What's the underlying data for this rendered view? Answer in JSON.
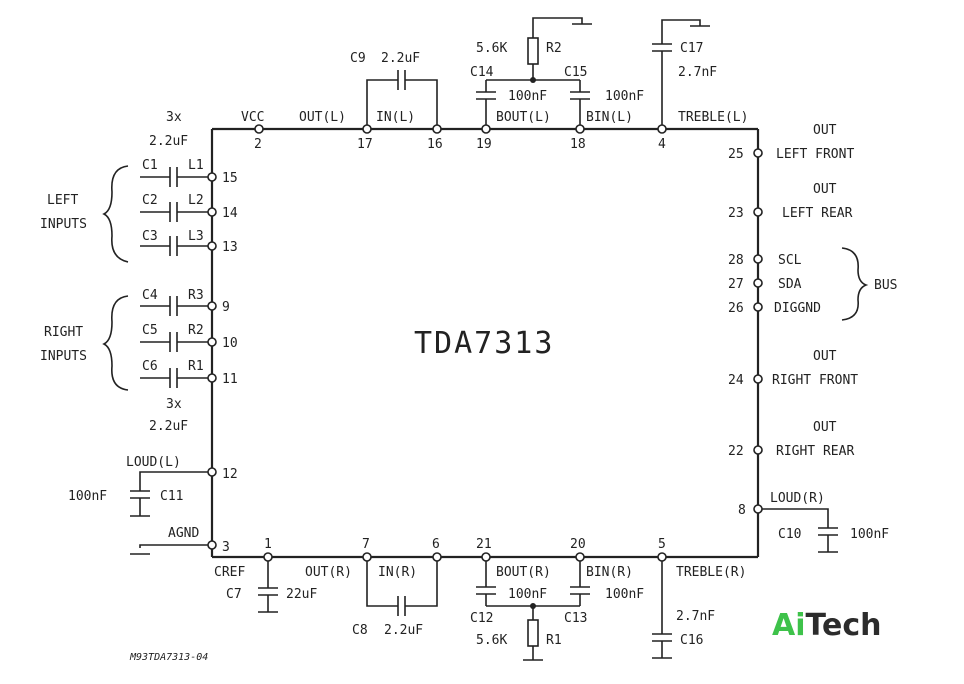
{
  "chip": {
    "name": "TDA7313"
  },
  "figure_code": "M93TDA7313-04",
  "brand": {
    "part1": "Ai",
    "part2": "Tech"
  },
  "labels": {
    "vcc": "VCC",
    "x3_top": "3x",
    "cap_top": "2.2uF",
    "x3_bottom": "3x",
    "cap_bottom": "2.2uF",
    "left_inputs_1": "LEFT",
    "left_inputs_2": "INPUTS",
    "right_inputs_1": "RIGHT",
    "right_inputs_2": "INPUTS",
    "loud_l": "LOUD(L)",
    "agnd": "AGND",
    "cref": "CREF",
    "out_l": "OUT(L)",
    "in_l": "IN(L)",
    "bout_l": "BOUT(L)",
    "bin_l": "BIN(L)",
    "treble_l": "TREBLE(L)",
    "out_r": "OUT(R)",
    "in_r": "IN(R)",
    "bout_r": "BOUT(R)",
    "bin_r": "BIN(R)",
    "treble_r": "TREBLE(R)",
    "out_lf_1": "OUT",
    "out_lf_2": "LEFT FRONT",
    "out_lr_1": "OUT",
    "out_lr_2": "LEFT REAR",
    "scl": "SCL",
    "sda": "SDA",
    "diggnd": "DIGGND",
    "bus": "BUS",
    "out_rf_1": "OUT",
    "out_rf_2": "RIGHT FRONT",
    "out_rr_1": "OUT",
    "out_rr_2": "RIGHT REAR",
    "loud_r": "LOUD(R)",
    "l1": "L1",
    "l2": "L2",
    "l3": "L3",
    "r1": "R1",
    "r2": "R2",
    "r3": "R3"
  },
  "pins": {
    "p2": "2",
    "p17": "17",
    "p16": "16",
    "p19": "19",
    "p18": "18",
    "p4": "4",
    "p15": "15",
    "p14": "14",
    "p13": "13",
    "p9": "9",
    "p10": "10",
    "p11": "11",
    "p12": "12",
    "p3": "3",
    "p1": "1",
    "p7": "7",
    "p6": "6",
    "p21": "21",
    "p20": "20",
    "p5": "5",
    "p25": "25",
    "p23": "23",
    "p28": "28",
    "p27": "27",
    "p26": "26",
    "p24": "24",
    "p22": "22",
    "p8": "8"
  },
  "components": {
    "c1": "C1",
    "c2": "C2",
    "c3": "C3",
    "c4": "C4",
    "c5": "C5",
    "c6": "C6",
    "c7": "C7",
    "c7_val": "22uF",
    "c8": "C8",
    "c8_val": "2.2uF",
    "c9": "C9",
    "c9_val": "2.2uF",
    "c10": "C10",
    "c10_val": "100nF",
    "c11": "C11",
    "c11_val": "100nF",
    "c12": "C12",
    "c12_val": "100nF",
    "c13": "C13",
    "c13_val": "100nF",
    "c14": "C14",
    "c14_val": "100nF",
    "c15": "C15",
    "c15_val": "100nF",
    "c16": "C16",
    "c16_val": "2.7nF",
    "c17": "C17",
    "c17_val": "2.7nF",
    "r1": "R1",
    "r1_val": "5.6K",
    "r2": "R2",
    "r2_val": "5.6K"
  }
}
